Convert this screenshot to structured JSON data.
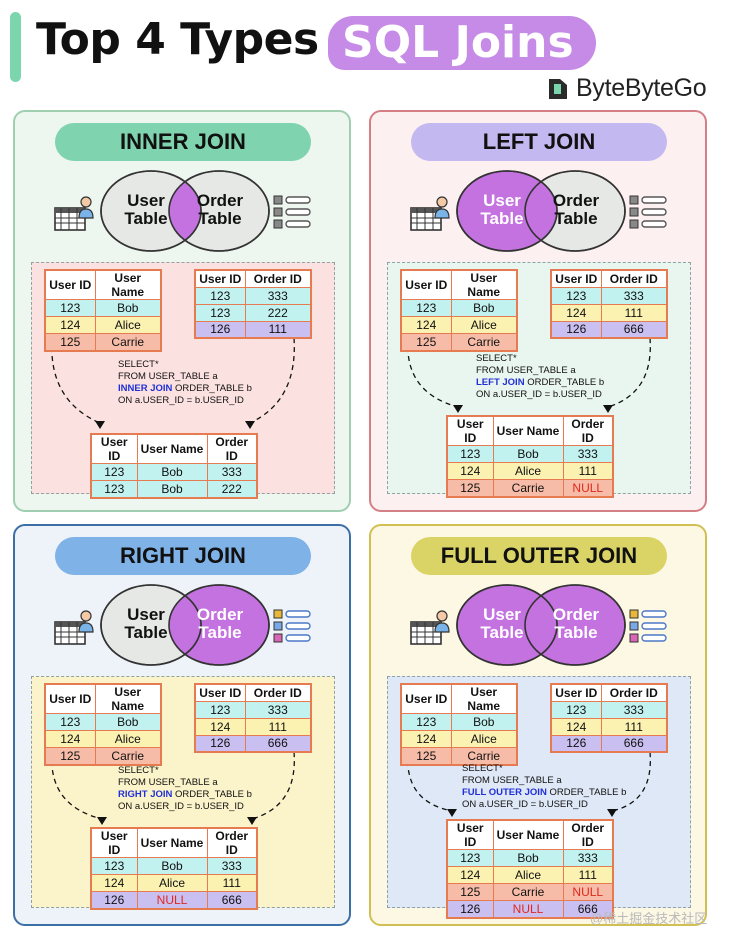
{
  "header": {
    "title": "Top 4 Types",
    "title_highlight": "SQL Joins",
    "brand": "ByteByteGo"
  },
  "colors": {
    "accent_green": "#7bd6ad",
    "accent_purple": "#c58be6",
    "table_border": "#e67a50",
    "row_cyan": "#c2f2ef",
    "row_yellow": "#fbf2b2",
    "row_salmon": "#f7bca7",
    "row_violet": "#c9bff0",
    "null_red": "#e0291f",
    "keyword_blue": "#2130d6"
  },
  "venn": {
    "left_label": "User\nTable",
    "right_label": "Order\nTable"
  },
  "panels": [
    {
      "title": "INNER JOIN",
      "user_table": {
        "headers": [
          "User ID",
          "User Name"
        ],
        "rows": [
          [
            "123",
            "Bob"
          ],
          [
            "124",
            "Alice"
          ],
          [
            "125",
            "Carrie"
          ]
        ]
      },
      "order_table": {
        "headers": [
          "User ID",
          "Order ID"
        ],
        "rows": [
          [
            "123",
            "333"
          ],
          [
            "123",
            "222"
          ],
          [
            "126",
            "111"
          ]
        ]
      },
      "sql": {
        "line1": "SELECT*",
        "line2": "FROM USER_TABLE a",
        "keyword": "INNER JOIN",
        "line3_rest": " ORDER_TABLE b",
        "line4": "ON a.USER_ID = b.USER_ID"
      },
      "result": {
        "headers": [
          "User ID",
          "User Name",
          "Order ID"
        ],
        "rows": [
          [
            "123",
            "Bob",
            "333"
          ],
          [
            "123",
            "Bob",
            "222"
          ]
        ]
      }
    },
    {
      "title": "LEFT JOIN",
      "user_table": {
        "headers": [
          "User ID",
          "User Name"
        ],
        "rows": [
          [
            "123",
            "Bob"
          ],
          [
            "124",
            "Alice"
          ],
          [
            "125",
            "Carrie"
          ]
        ]
      },
      "order_table": {
        "headers": [
          "User ID",
          "Order ID"
        ],
        "rows": [
          [
            "123",
            "333"
          ],
          [
            "124",
            "111"
          ],
          [
            "126",
            "666"
          ]
        ]
      },
      "sql": {
        "line1": "SELECT*",
        "line2": "FROM USER_TABLE a",
        "keyword": "LEFT JOIN",
        "line3_rest": " ORDER_TABLE b",
        "line4": "ON a.USER_ID = b.USER_ID"
      },
      "result": {
        "headers": [
          "User ID",
          "User Name",
          "Order ID"
        ],
        "rows": [
          [
            "123",
            "Bob",
            "333"
          ],
          [
            "124",
            "Alice",
            "111"
          ],
          [
            "125",
            "Carrie",
            "NULL"
          ]
        ]
      }
    },
    {
      "title": "RIGHT JOIN",
      "user_table": {
        "headers": [
          "User ID",
          "User Name"
        ],
        "rows": [
          [
            "123",
            "Bob"
          ],
          [
            "124",
            "Alice"
          ],
          [
            "125",
            "Carrie"
          ]
        ]
      },
      "order_table": {
        "headers": [
          "User ID",
          "Order ID"
        ],
        "rows": [
          [
            "123",
            "333"
          ],
          [
            "124",
            "111"
          ],
          [
            "126",
            "666"
          ]
        ]
      },
      "sql": {
        "line1": "SELECT*",
        "line2": "FROM USER_TABLE a",
        "keyword": "RIGHT JOIN",
        "line3_rest": " ORDER_TABLE b",
        "line4": "ON a.USER_ID = b.USER_ID"
      },
      "result": {
        "headers": [
          "User ID",
          "User Name",
          "Order ID"
        ],
        "rows": [
          [
            "123",
            "Bob",
            "333"
          ],
          [
            "124",
            "Alice",
            "111"
          ],
          [
            "126",
            "NULL",
            "666"
          ]
        ]
      }
    },
    {
      "title": "FULL OUTER JOIN",
      "user_table": {
        "headers": [
          "User ID",
          "User Name"
        ],
        "rows": [
          [
            "123",
            "Bob"
          ],
          [
            "124",
            "Alice"
          ],
          [
            "125",
            "Carrie"
          ]
        ]
      },
      "order_table": {
        "headers": [
          "User ID",
          "Order ID"
        ],
        "rows": [
          [
            "123",
            "333"
          ],
          [
            "124",
            "111"
          ],
          [
            "126",
            "666"
          ]
        ]
      },
      "sql": {
        "line1": "SELECT*",
        "line2": "FROM USER_TABLE a",
        "keyword": "FULL OUTER JOIN",
        "line3_rest": " ORDER_TABLE b",
        "line4": "ON a.USER_ID = b.USER_ID"
      },
      "result": {
        "headers": [
          "User ID",
          "User Name",
          "Order ID"
        ],
        "rows": [
          [
            "123",
            "Bob",
            "333"
          ],
          [
            "124",
            "Alice",
            "111"
          ],
          [
            "125",
            "Carrie",
            "NULL"
          ],
          [
            "126",
            "NULL",
            "666"
          ]
        ]
      }
    }
  ],
  "watermark": "@稀土掘金技术社区"
}
